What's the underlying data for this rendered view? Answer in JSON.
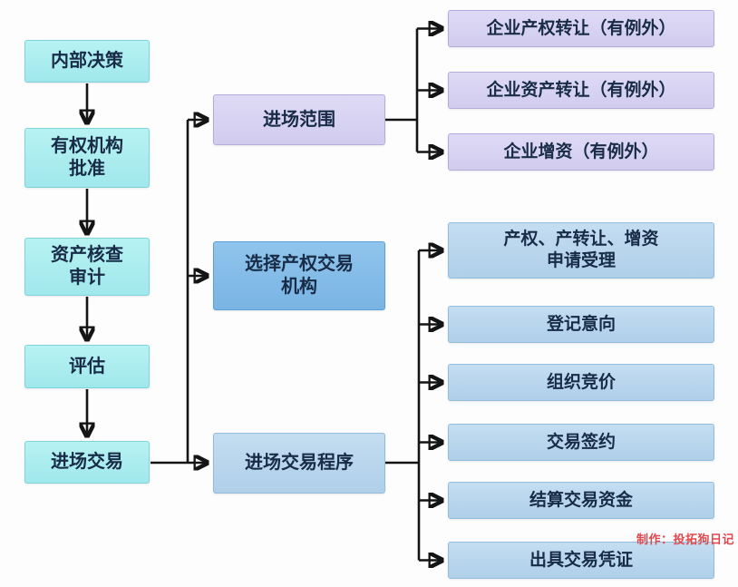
{
  "left_flow": [
    "内部决策",
    "有权机构\n批准",
    "资产核查\n审计",
    "评估",
    "进场交易"
  ],
  "middle": {
    "scope": "进场范围",
    "institution": "选择产权交易\n机构",
    "procedure": "进场交易程序"
  },
  "scope_items": [
    "企业产权转让（有例外）",
    "企业资产转让（有例外）",
    "企业增资（有例外）"
  ],
  "procedure_steps": [
    "产权、产转让、增资\n申请受理",
    "登记意向",
    "组织竞价",
    "交易签约",
    "结算交易资金",
    "出具交易凭证"
  ],
  "watermark": "制作：投拓狗日记",
  "colors": {
    "cyan": "#a0e8ec",
    "cyanHi": "#b7f2f2",
    "lavender": "#d1ccee",
    "blue": "#79b4e4",
    "lightblue": "#afcfe9",
    "arrow": "#141414",
    "watermark": "#e1484d"
  }
}
